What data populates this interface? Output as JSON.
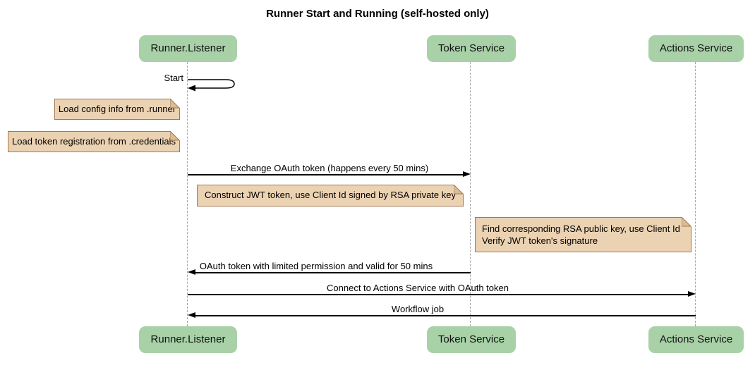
{
  "diagram_type": "sequence",
  "title": "Runner Start and Running (self-hosted only)",
  "actors": [
    {
      "label": "Runner.Listener"
    },
    {
      "label": "Token Service"
    },
    {
      "label": "Actions Service"
    }
  ],
  "messages": [
    {
      "label": "Start",
      "from": "Runner.Listener",
      "to": "Runner.Listener",
      "kind": "self"
    },
    {
      "label": "Exchange OAuth token (happens every 50 mins)",
      "from": "Runner.Listener",
      "to": "Token Service",
      "kind": "solid-arrow"
    },
    {
      "label": "OAuth token with limited permission and valid for 50 mins",
      "from": "Token Service",
      "to": "Runner.Listener",
      "kind": "solid-arrow"
    },
    {
      "label": "Connect to Actions Service with OAuth token",
      "from": "Runner.Listener",
      "to": "Actions Service",
      "kind": "solid-arrow"
    },
    {
      "label": "Workflow job",
      "from": "Actions Service",
      "to": "Runner.Listener",
      "kind": "solid-arrow"
    }
  ],
  "notes": [
    {
      "lines": [
        "Load config info from .runner"
      ]
    },
    {
      "lines": [
        "Load token registration from .credentials"
      ]
    },
    {
      "lines": [
        "Construct JWT token, use Client Id signed by RSA private key"
      ]
    },
    {
      "lines": [
        "Find corresponding RSA public key, use Client Id",
        "Verify JWT token's signature"
      ]
    }
  ],
  "colors": {
    "actor_fill": "#a8d1a8",
    "note_fill": "#ebd2b2",
    "note_border": "#a5784e",
    "note_fold": "#dcbc94",
    "lifeline": "#a6a6a6",
    "arrow": "#000000",
    "background": "#ffffff"
  }
}
